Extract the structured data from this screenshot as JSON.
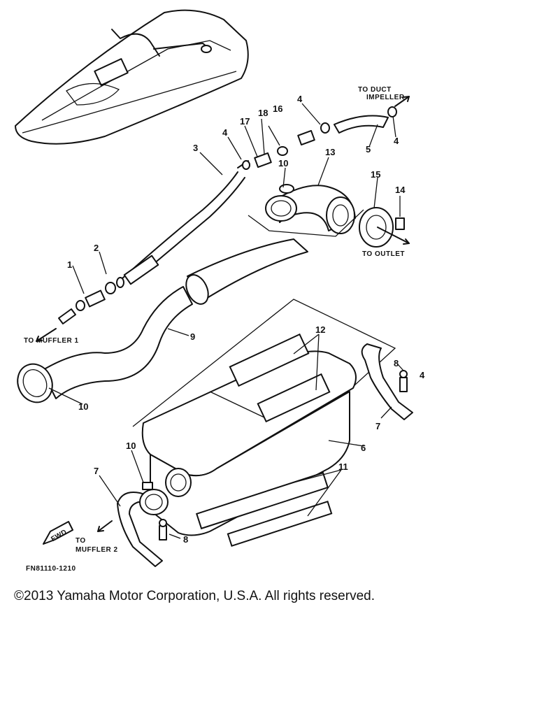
{
  "diagram": {
    "callouts": [
      "1",
      "2",
      "3",
      "4",
      "4",
      "4",
      "5",
      "6",
      "7",
      "7",
      "8",
      "8",
      "9",
      "10",
      "10",
      "10",
      "11",
      "12",
      "13",
      "14",
      "15",
      "16",
      "17",
      "18",
      "4"
    ],
    "labels": {
      "to_duct_impeller_1": "TO DUCT",
      "to_duct_impeller_2": "IMPELLER",
      "to_outlet": "TO OUTLET",
      "to_muffler_1": "TO MUFFLER 1",
      "to_muffler_2_a": "TO",
      "to_muffler_2_b": "MUFFLER 2",
      "fwd": "FWD",
      "part_code": "FN81110-1210"
    }
  },
  "footer": {
    "copyright": "©2013 Yamaha Motor Corporation, U.S.A. All rights reserved."
  }
}
